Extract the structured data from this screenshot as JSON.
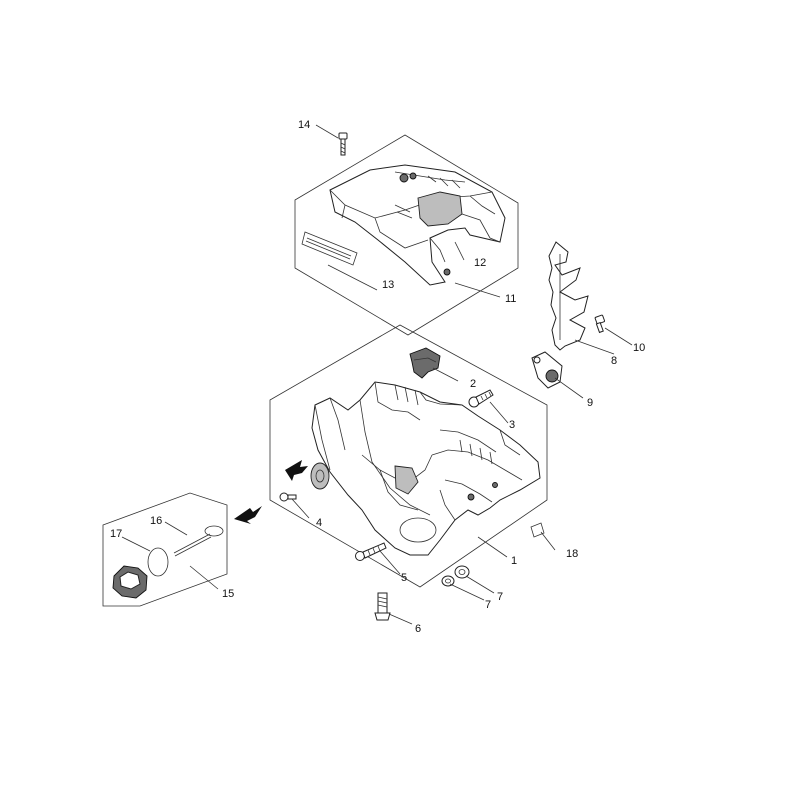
{
  "callouts": [
    {
      "id": "1",
      "label": "1"
    },
    {
      "id": "2",
      "label": "2"
    },
    {
      "id": "3",
      "label": "3"
    },
    {
      "id": "4",
      "label": "4"
    },
    {
      "id": "5",
      "label": "5"
    },
    {
      "id": "6",
      "label": "6"
    },
    {
      "id": "7a",
      "label": "7"
    },
    {
      "id": "7b",
      "label": "7"
    },
    {
      "id": "8",
      "label": "8"
    },
    {
      "id": "9",
      "label": "9"
    },
    {
      "id": "10",
      "label": "10"
    },
    {
      "id": "11",
      "label": "11"
    },
    {
      "id": "12",
      "label": "12"
    },
    {
      "id": "13",
      "label": "13"
    },
    {
      "id": "14",
      "label": "14"
    },
    {
      "id": "15",
      "label": "15"
    },
    {
      "id": "16",
      "label": "16"
    },
    {
      "id": "17",
      "label": "17"
    },
    {
      "id": "18",
      "label": "18"
    }
  ],
  "parts": {
    "top_cover": "cover-assembly",
    "crankcase": "crankcase-assembly",
    "oil_cap_kit": "cap-kit"
  }
}
